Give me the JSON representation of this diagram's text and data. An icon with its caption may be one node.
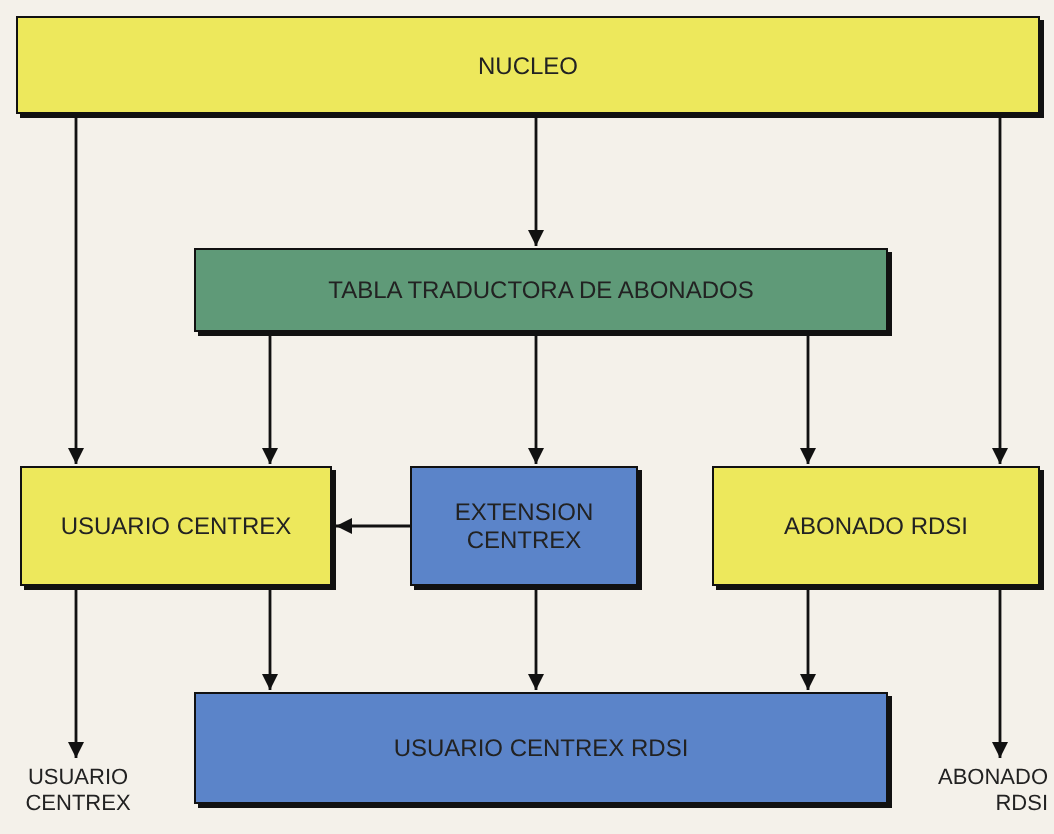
{
  "diagram": {
    "nodes": [
      {
        "text": [
          "NUCLEO"
        ]
      },
      {
        "text": [
          "TABLA TRADUCTORA DE ABONADOS"
        ]
      },
      {
        "text": [
          "USUARIO CENTREX"
        ]
      },
      {
        "text": [
          "EXTENSION CENTREX"
        ]
      },
      {
        "text": [
          "ABONADO RDSI"
        ]
      },
      {
        "text": [
          "USUARIO CENTREX RDSI"
        ]
      },
      {
        "text": [
          "USUARIO CENTREX"
        ]
      },
      {
        "text": [
          "ABONADO RDSI"
        ]
      }
    ],
    "edges": [
      {
        "from": 0,
        "to": 2,
        "arrow": "to"
      },
      {
        "from": 0,
        "to": 1,
        "arrow": "to"
      },
      {
        "from": 0,
        "to": 4,
        "arrow": "to"
      },
      {
        "from": 1,
        "to": 2,
        "arrow": "to"
      },
      {
        "from": 1,
        "to": 3,
        "arrow": "to"
      },
      {
        "from": 1,
        "to": 4,
        "arrow": "to"
      },
      {
        "from": 3,
        "to": 2,
        "arrow": "to"
      },
      {
        "from": 2,
        "to": 5,
        "arrow": "to"
      },
      {
        "from": 3,
        "to": 5,
        "arrow": "to"
      },
      {
        "from": 4,
        "to": 5,
        "arrow": "to"
      },
      {
        "from": 2,
        "to": 6,
        "arrow": "to"
      },
      {
        "from": 4,
        "to": 7,
        "arrow": "to"
      }
    ]
  }
}
